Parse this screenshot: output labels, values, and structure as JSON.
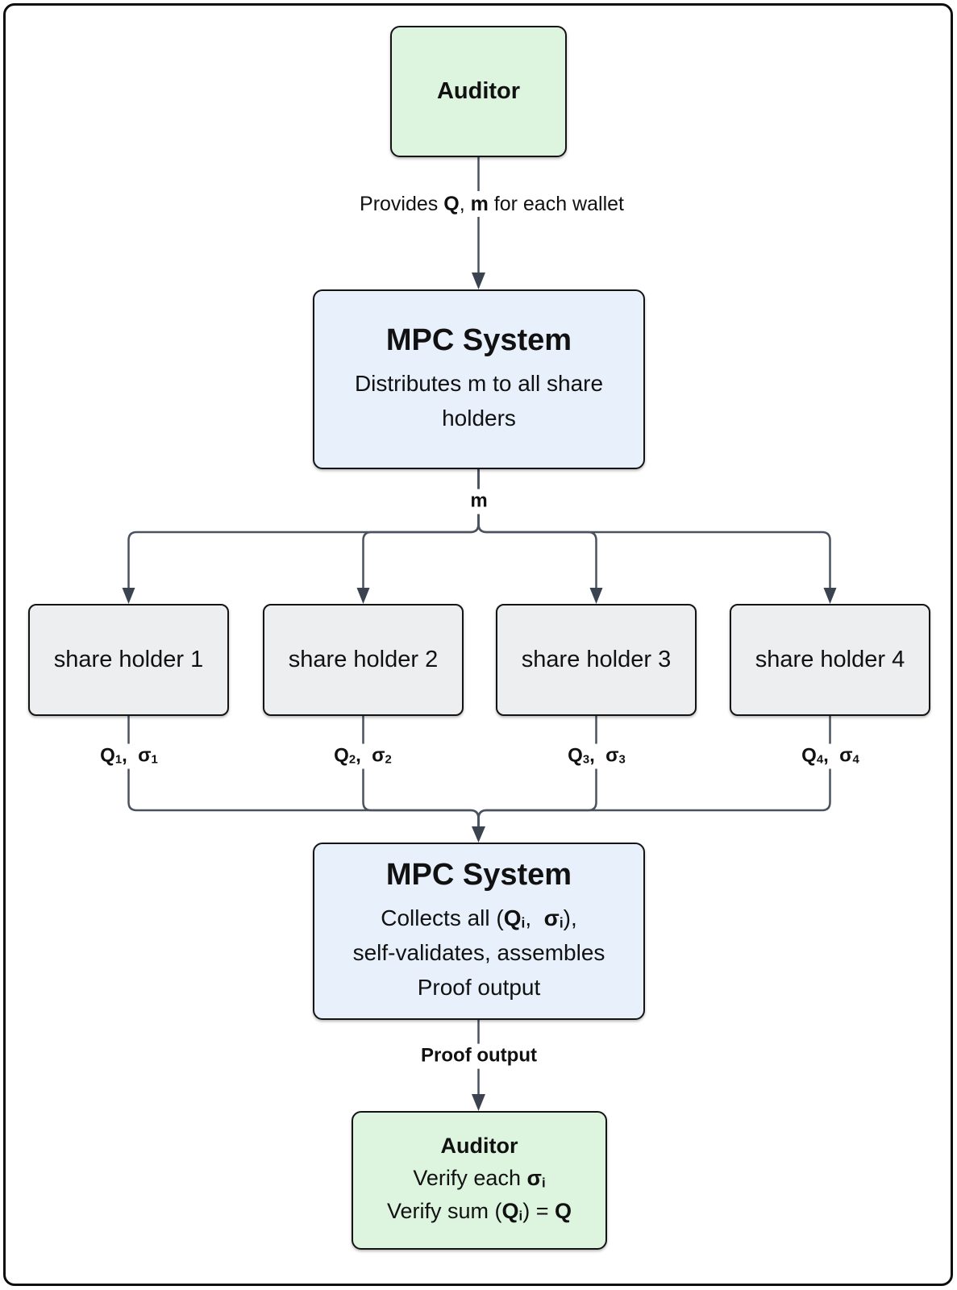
{
  "nodes": {
    "auditor_top": {
      "title": "Auditor"
    },
    "mpc_top": {
      "title": "MPC System",
      "body": "Distributes m to all share holders"
    },
    "shareholders": [
      {
        "label": "share holder 1"
      },
      {
        "label": "share holder 2"
      },
      {
        "label": "share holder 3"
      },
      {
        "label": "share holder 4"
      }
    ],
    "mpc_bottom": {
      "title": "MPC System"
    },
    "auditor_bottom": {
      "title": "Auditor"
    }
  },
  "rich": {
    "provides_label": [
      {
        "t": "Provides "
      },
      {
        "t": "Q",
        "b": true
      },
      {
        "t": ", "
      },
      {
        "t": "m",
        "b": true
      },
      {
        "t": " for each wallet"
      }
    ],
    "m_label": [
      {
        "t": "m",
        "b": true
      }
    ],
    "sh_outputs": [
      [
        {
          "t": "Q",
          "b": true
        },
        {
          "t": "1",
          "b": true,
          "sub": true
        },
        {
          "t": ",  ",
          "b": true
        },
        {
          "t": "σ",
          "b": true
        },
        {
          "t": "1",
          "b": true,
          "sub": true
        }
      ],
      [
        {
          "t": "Q",
          "b": true
        },
        {
          "t": "2",
          "b": true,
          "sub": true
        },
        {
          "t": ",  ",
          "b": true
        },
        {
          "t": "σ",
          "b": true
        },
        {
          "t": "2",
          "b": true,
          "sub": true
        }
      ],
      [
        {
          "t": "Q",
          "b": true
        },
        {
          "t": "3",
          "b": true,
          "sub": true
        },
        {
          "t": ",  ",
          "b": true
        },
        {
          "t": "σ",
          "b": true
        },
        {
          "t": "3",
          "b": true,
          "sub": true
        }
      ],
      [
        {
          "t": "Q",
          "b": true
        },
        {
          "t": "4",
          "b": true,
          "sub": true
        },
        {
          "t": ",  ",
          "b": true
        },
        {
          "t": "σ",
          "b": true
        },
        {
          "t": "4",
          "b": true,
          "sub": true
        }
      ]
    ],
    "mpc_bottom_lines": [
      [
        {
          "t": "Collects all ("
        },
        {
          "t": "Q",
          "b": true
        },
        {
          "t": "i",
          "b": true,
          "sub": true
        },
        {
          "t": ",  "
        },
        {
          "t": "σ",
          "b": true
        },
        {
          "t": "i",
          "b": true,
          "sub": true
        },
        {
          "t": "),"
        }
      ],
      [
        {
          "t": "self-validates, assembles"
        }
      ],
      [
        {
          "t": "Proof output"
        }
      ]
    ],
    "auditor_bottom_lines": [
      [
        {
          "t": "Verify each "
        },
        {
          "t": "σ",
          "b": true
        },
        {
          "t": "i",
          "b": true,
          "sub": true
        }
      ],
      [
        {
          "t": "Verify sum ("
        },
        {
          "t": "Q",
          "b": true
        },
        {
          "t": "i",
          "b": true,
          "sub": true
        },
        {
          "t": ") = "
        },
        {
          "t": "Q",
          "b": true
        }
      ]
    ],
    "proof_label": [
      {
        "t": "Proof output",
        "b": true
      }
    ]
  },
  "colors": {
    "node_green": "#ddf4df",
    "node_blue": "#e8f0fb",
    "node_gray": "#edeef0",
    "node_border": "#141414",
    "edge_line": "#49525f",
    "arrowhead": "#3c4350",
    "text": "#111111",
    "background": "#ffffff"
  }
}
